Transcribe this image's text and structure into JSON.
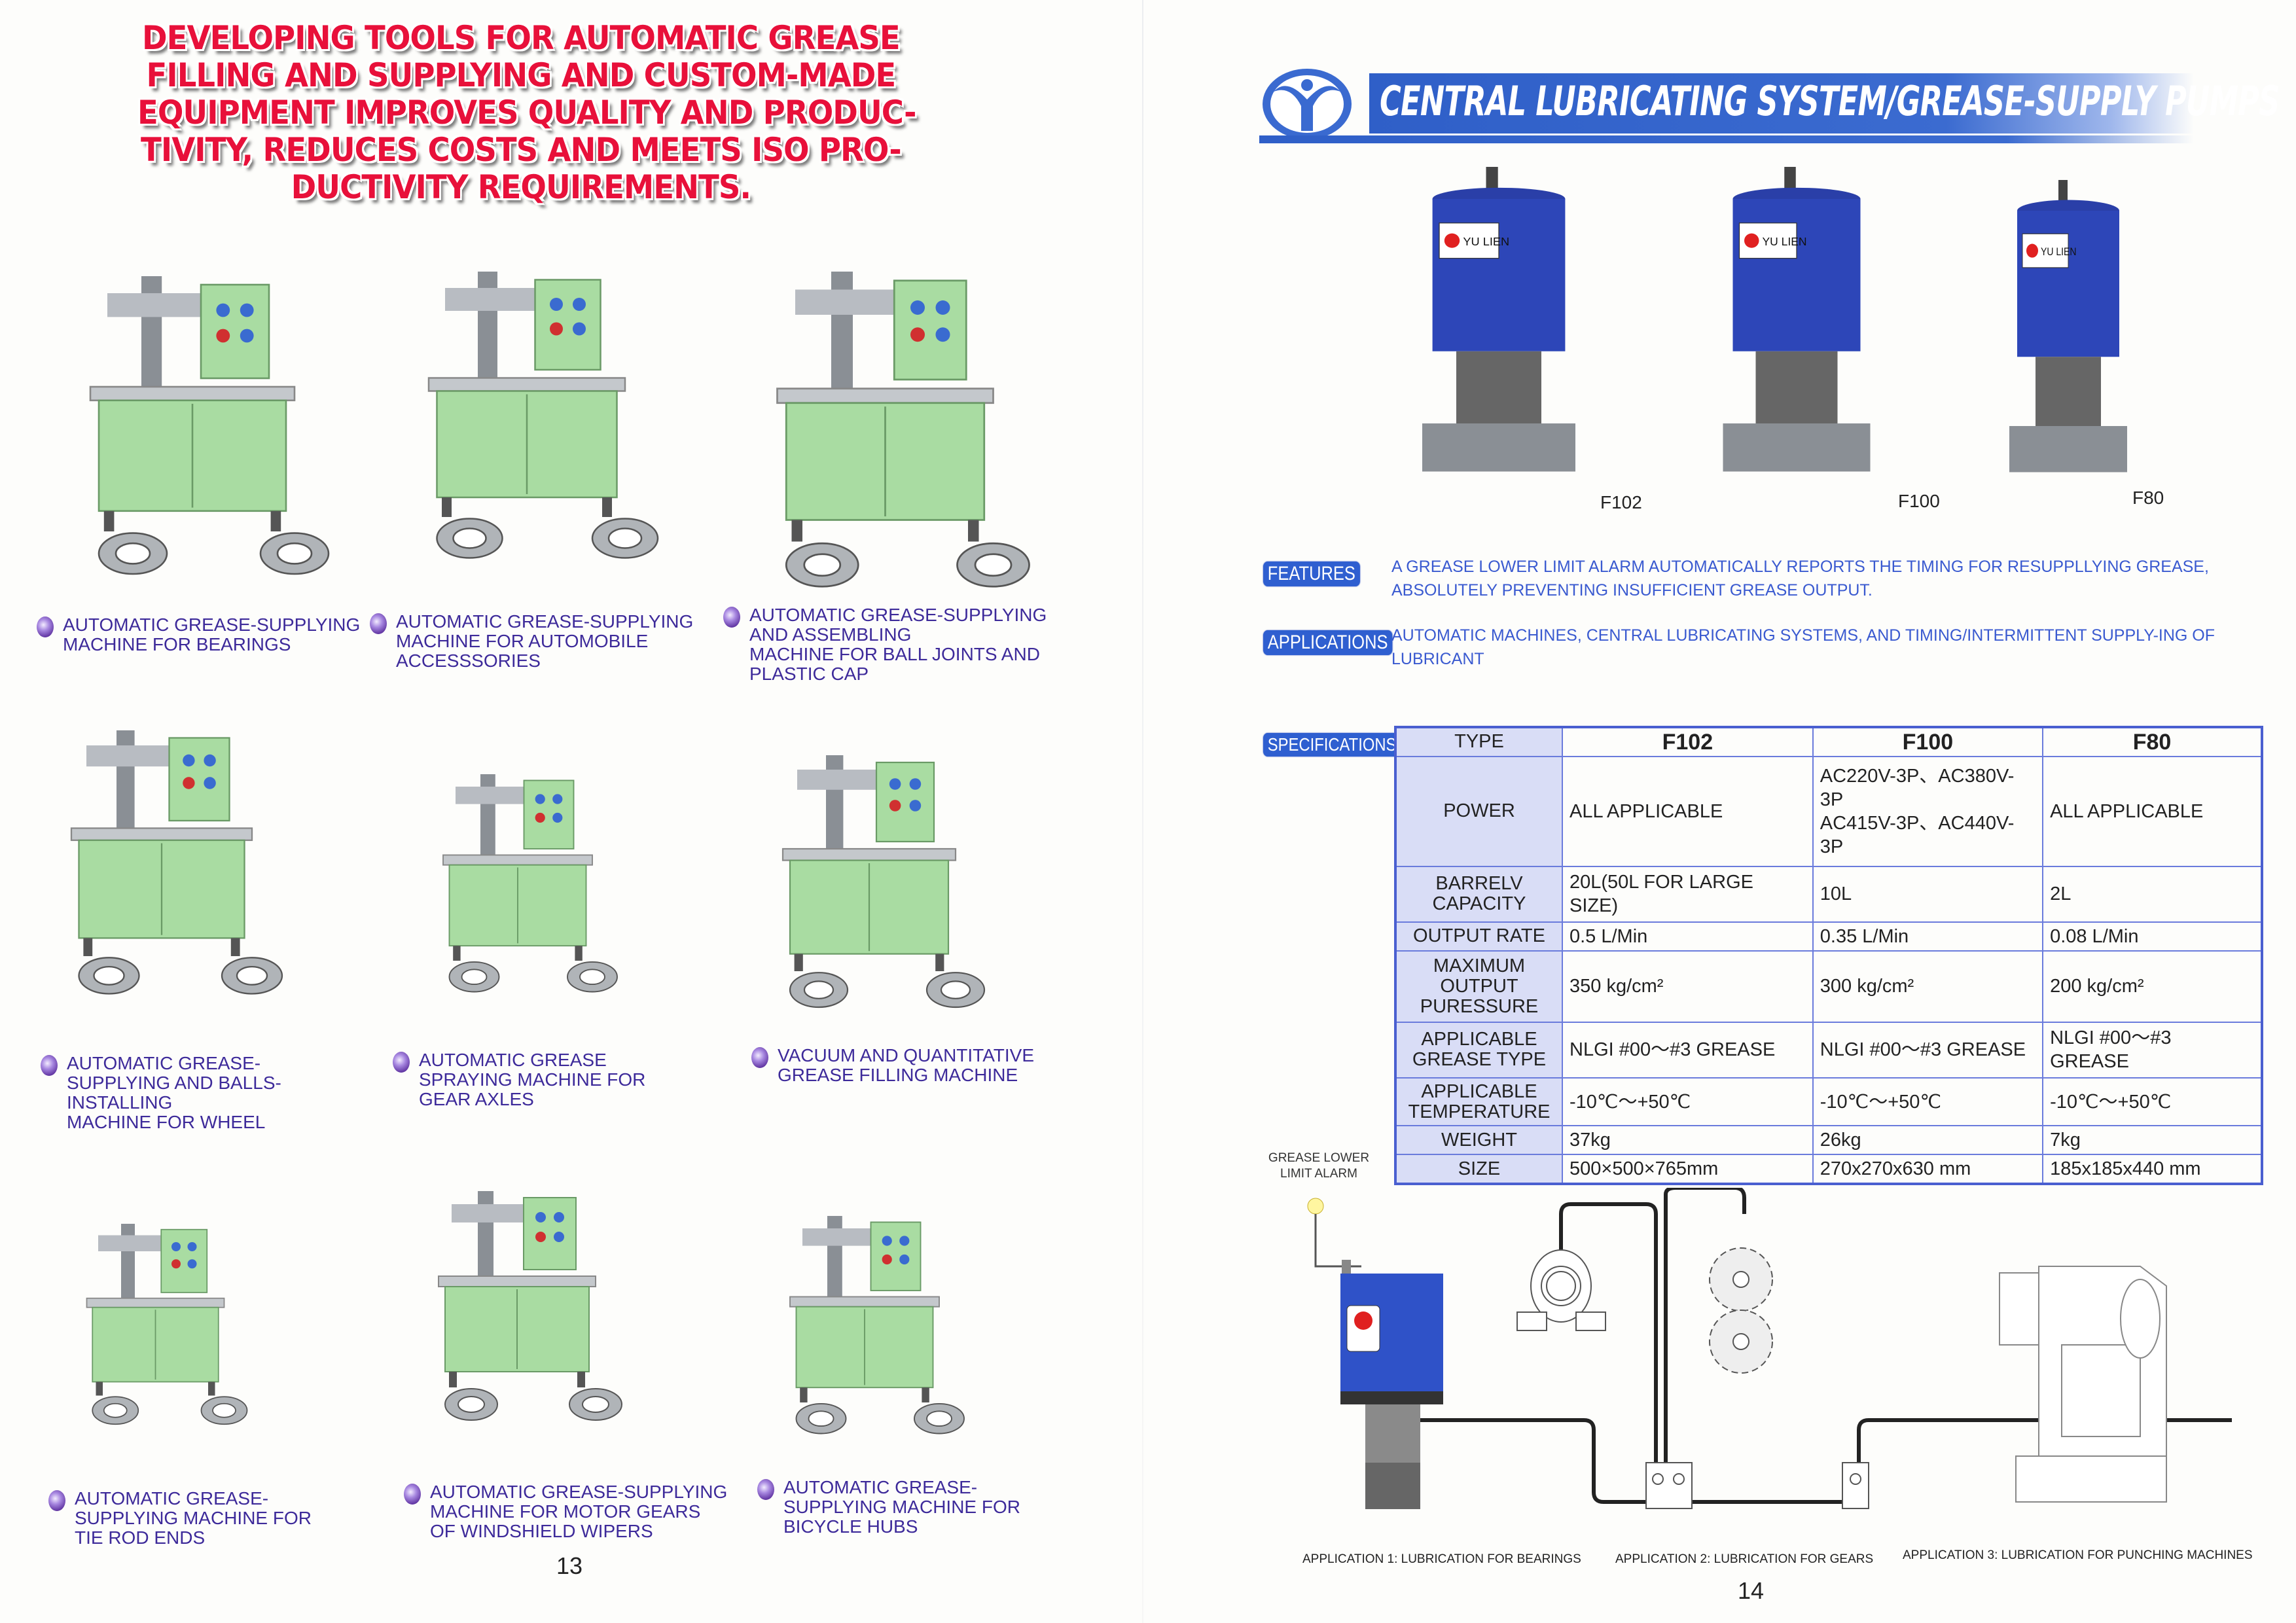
{
  "left_page": {
    "headline_lines": [
      "DEVELOPING TOOLS FOR AUTOMATIC GREASE",
      "FILLING AND SUPPLYING AND CUSTOM-MADE",
      "EQUIPMENT IMPROVES QUALITY AND PRODUC-",
      "TIVITY, REDUCES COSTS AND MEETS ISO PRO-",
      "DUCTIVITY REQUIREMENTS."
    ],
    "products": [
      {
        "caption": "AUTOMATIC GREASE-SUPPLYING\nMACHINE FOR BEARINGS"
      },
      {
        "caption": "AUTOMATIC GREASE-SUPPLYING\nMACHINE FOR AUTOMOBILE\nACCESSSORIES"
      },
      {
        "caption": "AUTOMATIC GREASE-SUPPLYING\nAND ASSEMBLING\nMACHINE FOR BALL JOINTS AND\nPLASTIC CAP"
      },
      {
        "caption": "AUTOMATIC GREASE-\nSUPPLYING AND BALLS-\nINSTALLING\nMACHINE FOR WHEEL"
      },
      {
        "caption": "AUTOMATIC GREASE\nSPRAYING MACHINE FOR\nGEAR AXLES"
      },
      {
        "caption": "VACUUM AND QUANTITATIVE\nGREASE FILLING MACHINE"
      },
      {
        "caption": "AUTOMATIC GREASE-\nSUPPLYING MACHINE FOR\nTIE ROD ENDS"
      },
      {
        "caption": "AUTOMATIC GREASE-SUPPLYING\nMACHINE FOR MOTOR GEARS\nOF WINDSHIELD WIPERS"
      },
      {
        "caption": "AUTOMATIC GREASE-\nSUPPLYING MACHINE FOR\nBICYCLE HUBS"
      }
    ],
    "page_number": "13"
  },
  "right_page": {
    "title": "CENTRAL LUBRICATING SYSTEM/GREASE-SUPPLY PUMPS",
    "pumps": [
      {
        "model": "F102",
        "brand": "YU LIEN"
      },
      {
        "model": "F100",
        "brand": "YU LIEN"
      },
      {
        "model": "F80",
        "brand": "YU LIEN"
      }
    ],
    "features": {
      "badge": "FEATURES",
      "text": "A GREASE LOWER LIMIT ALARM AUTOMATICALLY REPORTS THE TIMING FOR RESUPPLLYING GREASE, ABSOLUTELY PREVENTING INSUFFICIENT GREASE OUTPUT."
    },
    "applications": {
      "badge": "APPLICATIONS",
      "text": "AUTOMATIC MACHINES, CENTRAL LUBRICATING SYSTEMS, AND TIMING/INTERMITTENT SUPPLY-ING OF LUBRICANT"
    },
    "specifications": {
      "badge": "SPECIFICATIONS",
      "header": {
        "label": "TYPE",
        "values": [
          "F102",
          "F100",
          "F80"
        ]
      },
      "rows": [
        {
          "label": "POWER",
          "values": [
            "ALL APPLICABLE",
            "AC220V-3P、AC380V-3P\nAC415V-3P、AC440V-3P",
            "ALL APPLICABLE"
          ]
        },
        {
          "label": "BARRELV CAPACITY",
          "values": [
            "20L(50L FOR LARGE SIZE)",
            "10L",
            "2L"
          ]
        },
        {
          "label": "OUTPUT RATE",
          "values": [
            "0.5 L/Min",
            "0.35 L/Min",
            "0.08 L/Min"
          ]
        },
        {
          "label": "MAXIMUM OUTPUT PURESSURE",
          "values": [
            "350 kg/cm²",
            "300 kg/cm²",
            "200 kg/cm²"
          ]
        },
        {
          "label": "APPLICABLE GREASE TYPE",
          "values": [
            "NLGI #00～#3 GREASE",
            "NLGI #00～#3 GREASE",
            "NLGI #00～#3 GREASE"
          ]
        },
        {
          "label": "APPLICABLE TEMPERATURE",
          "values": [
            "-10℃～+50℃",
            "-10℃～+50℃",
            "-10℃～+50℃"
          ]
        },
        {
          "label": "WEIGHT",
          "values": [
            "37kg",
            "26kg",
            "7kg"
          ]
        },
        {
          "label": "SIZE",
          "values": [
            "500×500×765mm",
            "270x270x630 mm",
            "185x185x440 mm"
          ]
        }
      ]
    },
    "alarm_label": "GREASE LOWER LIMIT ALARM",
    "application_labels": [
      "APPLICATION 1: LUBRICATION FOR BEARINGS",
      "APPLICATION 2: LUBRICATION FOR GEARS",
      "APPLICATION 3: LUBRICATION FOR PUNCHING MACHINES"
    ],
    "page_number": "14"
  },
  "colors": {
    "headline_red": "#e8103a",
    "brand_blue": "#2f5fd0",
    "caption_purple": "#3d2a9a",
    "machine_green": "#a9dca2"
  }
}
